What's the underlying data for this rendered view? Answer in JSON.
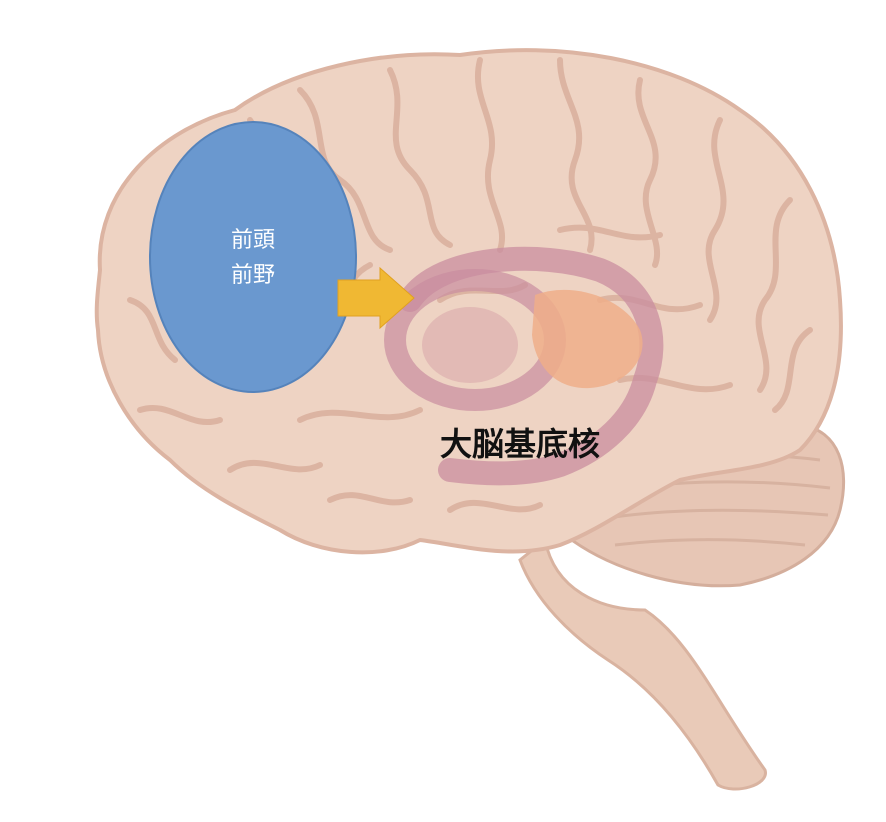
{
  "diagram": {
    "prefrontal_label_line1": "前頭",
    "prefrontal_label_line2": "前野",
    "basal_ganglia_label": "大脳基底核",
    "colors": {
      "brain_fill": "#eed3c3",
      "brain_gyri": "#dcb4a2",
      "cerebellum": "#e7c6b5",
      "brainstem": "#e9cab8",
      "prefrontal_region": "#6a98cf",
      "arrow": "#f0b833",
      "basal_ganglia_ring": "#c98d9f",
      "putamen": "#efae8a"
    }
  }
}
